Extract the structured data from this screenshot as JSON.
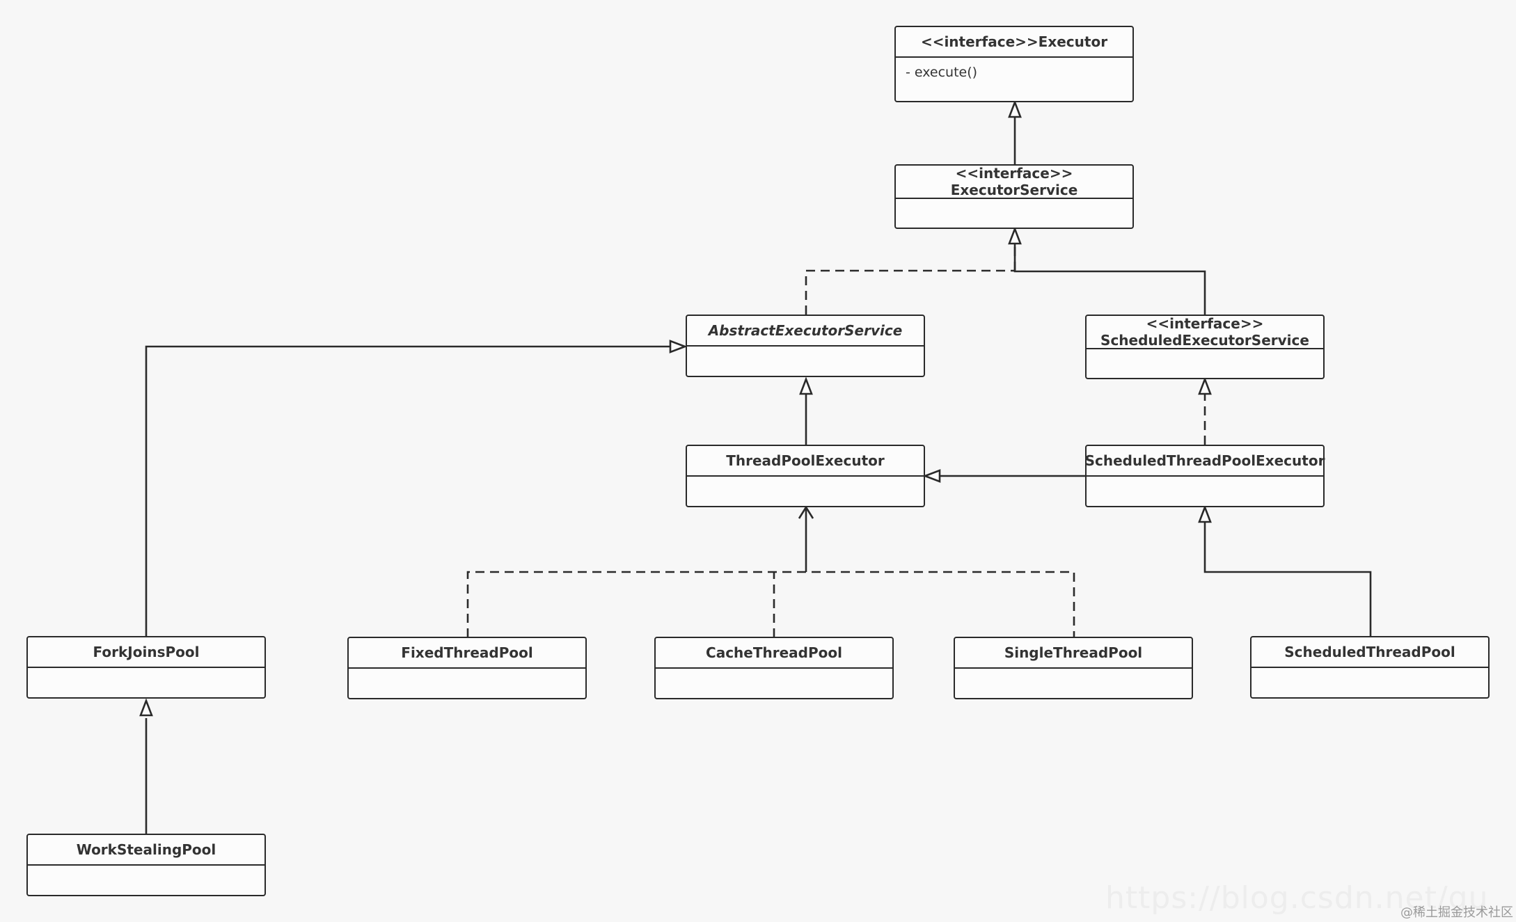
{
  "diagram": {
    "classes": {
      "executor": {
        "stereotype": "<<interface>>",
        "name": "Executor",
        "operation": "- execute()"
      },
      "executor_service": {
        "stereotype": "<<interface>>",
        "name": "ExecutorService"
      },
      "abstract_executor_service": {
        "name": "AbstractExecutorService"
      },
      "scheduled_executor_service": {
        "stereotype": "<<interface>>",
        "name": "ScheduledExecutorService"
      },
      "thread_pool_executor": {
        "name": "ThreadPoolExecutor"
      },
      "scheduled_thread_pool_executor": {
        "name": "ScheduledThreadPoolExecutor"
      },
      "fork_joins_pool": {
        "name": "ForkJoinsPool"
      },
      "fixed_thread_pool": {
        "name": "FixedThreadPool"
      },
      "cache_thread_pool": {
        "name": "CacheThreadPool"
      },
      "single_thread_pool": {
        "name": "SingleThreadPool"
      },
      "scheduled_thread_pool": {
        "name": "ScheduledThreadPool"
      },
      "work_stealing_pool": {
        "name": "WorkStealingPool"
      }
    },
    "relations": [
      {
        "from": "ExecutorService",
        "to": "Executor",
        "type": "generalization",
        "line": "solid"
      },
      {
        "from": "AbstractExecutorService",
        "to": "ExecutorService",
        "type": "realization",
        "line": "dashed"
      },
      {
        "from": "ScheduledExecutorService",
        "to": "ExecutorService",
        "type": "generalization",
        "line": "solid"
      },
      {
        "from": "ThreadPoolExecutor",
        "to": "AbstractExecutorService",
        "type": "generalization",
        "line": "solid"
      },
      {
        "from": "ScheduledThreadPoolExecutor",
        "to": "ThreadPoolExecutor",
        "type": "generalization",
        "line": "solid"
      },
      {
        "from": "ScheduledThreadPoolExecutor",
        "to": "ScheduledExecutorService",
        "type": "realization",
        "line": "dashed"
      },
      {
        "from": "ForkJoinsPool",
        "to": "AbstractExecutorService",
        "type": "generalization",
        "line": "solid"
      },
      {
        "from": "FixedThreadPool",
        "to": "ThreadPoolExecutor",
        "type": "dependency",
        "line": "dashed"
      },
      {
        "from": "CacheThreadPool",
        "to": "ThreadPoolExecutor",
        "type": "dependency",
        "line": "dashed"
      },
      {
        "from": "SingleThreadPool",
        "to": "ThreadPoolExecutor",
        "type": "dependency",
        "line": "dashed"
      },
      {
        "from": "ScheduledThreadPool",
        "to": "ScheduledThreadPoolExecutor",
        "type": "generalization",
        "line": "solid"
      },
      {
        "from": "WorkStealingPool",
        "to": "ForkJoinsPool",
        "type": "generalization",
        "line": "solid"
      }
    ]
  },
  "watermark": {
    "url": "https://blog.csdn.net/gu",
    "site": "@稀土掘金技术社区"
  },
  "colors": {
    "background": "#f7f7f7",
    "line": "#2a2a2a",
    "box_fill": "#fcfcfc"
  }
}
